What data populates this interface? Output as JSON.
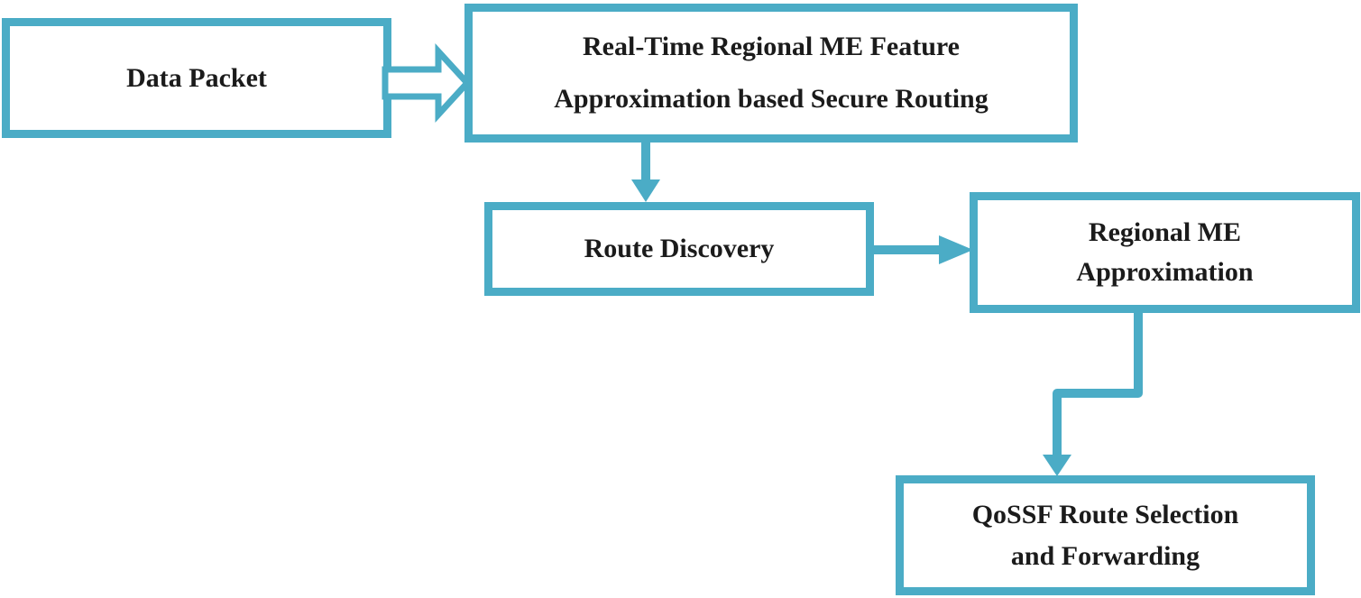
{
  "colors": {
    "accent": "#4BACC6",
    "node_fill": "#FFFFFF",
    "text": "#1B1B1B"
  },
  "nodes": {
    "data_packet": {
      "label": "Data Packet"
    },
    "feature_routing": {
      "line1": "Real-Time Regional ME Feature",
      "line2": "Approximation based Secure Routing"
    },
    "route_discovery": {
      "label": "Route Discovery"
    },
    "regional_me": {
      "line1": "Regional ME",
      "line2": "Approximation"
    },
    "qossf": {
      "line1": "QoSSF Route Selection",
      "line2": "and Forwarding"
    }
  },
  "edges": [
    {
      "from": "data_packet",
      "to": "feature_routing",
      "style": "hollow-block-arrow",
      "direction": "right"
    },
    {
      "from": "feature_routing",
      "to": "route_discovery",
      "style": "solid-arrow",
      "direction": "down"
    },
    {
      "from": "route_discovery",
      "to": "regional_me",
      "style": "solid-arrow",
      "direction": "right"
    },
    {
      "from": "regional_me",
      "to": "qossf",
      "style": "solid-elbow-arrow",
      "direction": "down-left-down"
    }
  ]
}
